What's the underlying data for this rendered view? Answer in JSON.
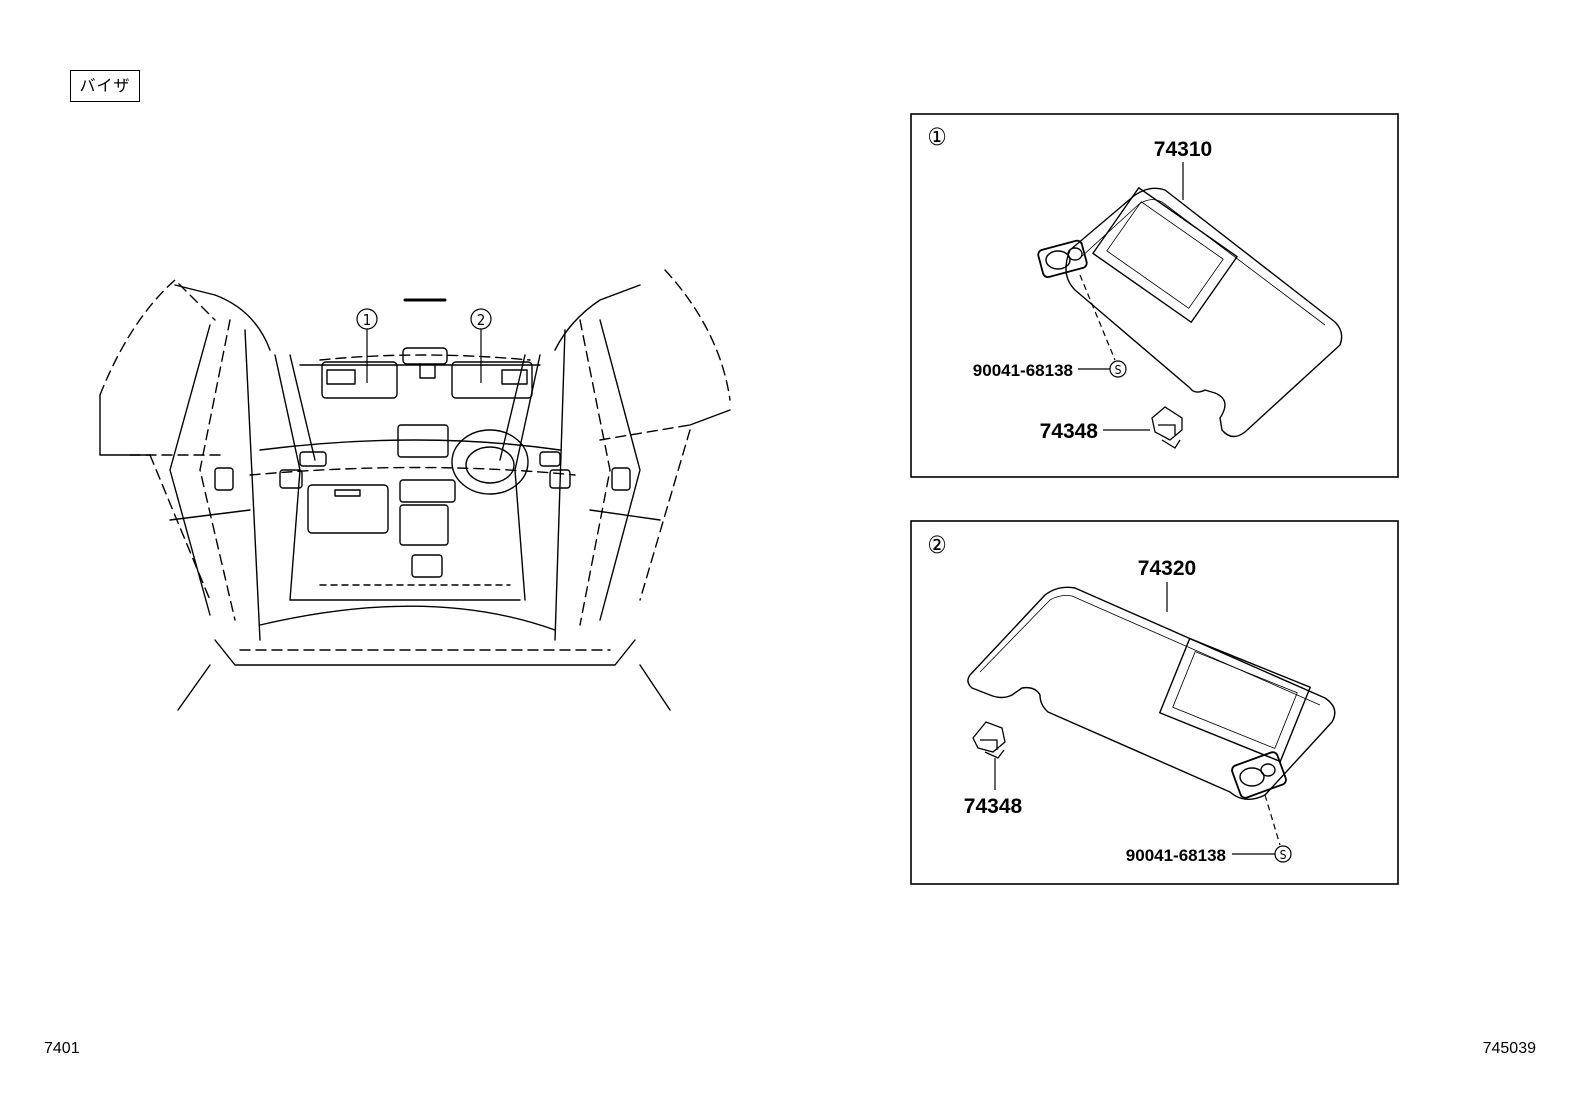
{
  "header": {
    "section_label": "バイザ"
  },
  "footer": {
    "left_code": "7401",
    "right_code": "745039"
  },
  "overview": {
    "callouts": [
      {
        "marker": "②",
        "ref": "2"
      },
      {
        "marker": "①",
        "ref": "1"
      }
    ]
  },
  "panels": [
    {
      "marker": "①",
      "main_part": "74310",
      "screw_part": "90041-68138",
      "screw_symbol": "S",
      "clip_part": "74348"
    },
    {
      "marker": "②",
      "main_part": "74320",
      "screw_part": "90041-68138",
      "screw_symbol": "S",
      "clip_part": "74348"
    }
  ]
}
